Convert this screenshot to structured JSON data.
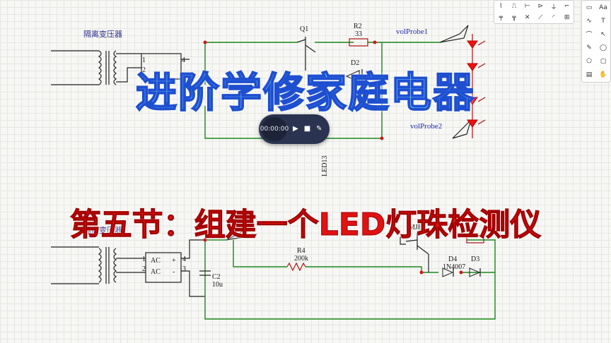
{
  "titles": {
    "main": "进阶学修家庭电器",
    "sub": "第五节：组建一个LED灯珠检测仪"
  },
  "player": {
    "time": "00:00:00",
    "play_icon": "play-icon",
    "stop_icon": "stop-icon",
    "edit_icon": "pencil-icon"
  },
  "schematic": {
    "top": {
      "transformer_label": "隔离变压器",
      "q1": "Q1",
      "r2_name": "R2",
      "r2_value": "33",
      "d2": "D2",
      "probe1": "volProbe1",
      "probe2": "volProbe2",
      "led13": "LED13",
      "pin1": "1",
      "pin2": "2",
      "pin4": "4"
    },
    "bottom": {
      "transformer_label": "隔离变压器",
      "ac1": "AC",
      "ac2": "AC",
      "plus": "+",
      "minus": "-",
      "pin1": "1",
      "pin2": "2",
      "pin3": "3",
      "pin4": "4",
      "c2_name": "C2",
      "c2_value": "10u",
      "r4_name": "R4",
      "r4_value": "200k",
      "d4": "D4",
      "d4_part": "1N4007",
      "d3": "D3",
      "partial_label": "MJE1"
    }
  },
  "toolbars": {
    "top_icons": [
      "wire-icon",
      "bus-icon",
      "net-label-icon",
      "netflag-icon",
      "power-icon",
      "ground-icon",
      "junction-icon",
      "no-connect-icon",
      "probe-icon",
      "line-icon",
      "arc-icon",
      "grid-icon"
    ],
    "top_glyphs": [
      "⌇",
      "⎍",
      "⊢",
      "⊳",
      "⏚",
      "⌐",
      "╤",
      "╦",
      "✕",
      "⟋",
      "◜",
      "⊞"
    ],
    "right_icons": [
      "save-icon",
      "text-icon",
      "arc-tool-icon",
      "text-tool-icon",
      "polyline-icon",
      "cursor-icon",
      "pen-icon",
      "ellipse-icon",
      "shape-icon",
      "rect-icon",
      "image-icon",
      "hand-icon"
    ],
    "right_glyphs": [
      "▭",
      "Aa",
      "∿",
      "T",
      "⌒",
      "↖",
      "✎",
      "◯",
      "⬠",
      "▢",
      "▤",
      "✋"
    ]
  }
}
